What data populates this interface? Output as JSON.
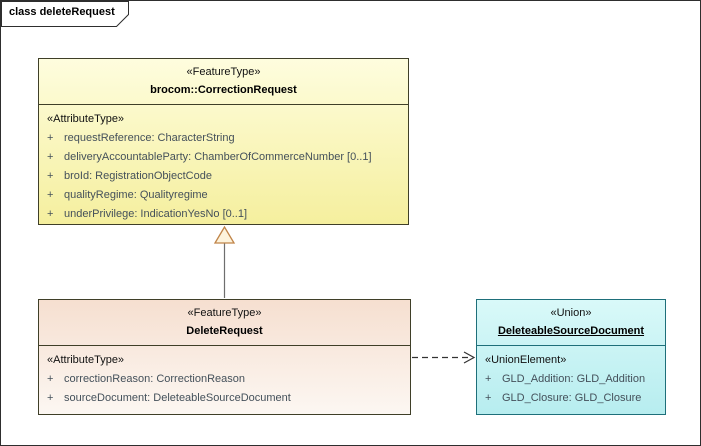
{
  "frame": {
    "label": "class deleteRequest"
  },
  "correction_request": {
    "stereotype": "«FeatureType»",
    "name": "brocom::CorrectionRequest",
    "compartment_label": "«AttributeType»",
    "attributes": [
      {
        "visibility": "+",
        "label": "requestReference: CharacterString"
      },
      {
        "visibility": "+",
        "label": "deliveryAccountableParty: ChamberOfCommerceNumber [0..1]"
      },
      {
        "visibility": "+",
        "label": "broId: RegistrationObjectCode"
      },
      {
        "visibility": "+",
        "label": "qualityRegime: Qualityregime"
      },
      {
        "visibility": "+",
        "label": "underPrivilege: IndicationYesNo [0..1]"
      }
    ]
  },
  "delete_request": {
    "stereotype": "«FeatureType»",
    "name": "DeleteRequest",
    "compartment_label": "«AttributeType»",
    "attributes": [
      {
        "visibility": "+",
        "label": "correctionReason: CorrectionReason"
      },
      {
        "visibility": "+",
        "label": "sourceDocument: DeleteableSourceDocument"
      }
    ]
  },
  "deleteable_source_document": {
    "stereotype": "«Union»",
    "name": "DeleteableSourceDocument",
    "compartment_label": "«UnionElement»",
    "attributes": [
      {
        "visibility": "+",
        "label": "GLD_Addition: GLD_Addition"
      },
      {
        "visibility": "+",
        "label": "GLD_Closure: GLD_Closure"
      }
    ]
  },
  "relations": {
    "generalization": "DeleteRequest generalizes to brocom::CorrectionRequest",
    "dependency": "DeleteRequest depends on DeleteableSourceDocument"
  },
  "colors": {
    "feature_type_fill_top": "#FEFDDE",
    "feature_type_fill_bottom": "#F5EF9E",
    "feature_type_border": "#3F3F28",
    "delete_fill_top": "#F6DFD0",
    "delete_fill_bottom": "#FCF7F2",
    "union_fill_top": "#D9F9F9",
    "union_fill_bottom": "#B7EDEF",
    "union_border": "#1E6F7A",
    "attr_text": "#44505A",
    "generalization_stroke": "#C08448",
    "generalization_fill": "#FDF3DC",
    "generalization_line": "#6E6E6E",
    "dependency_color": "#333333",
    "frame_border": "#2E2E2E"
  }
}
